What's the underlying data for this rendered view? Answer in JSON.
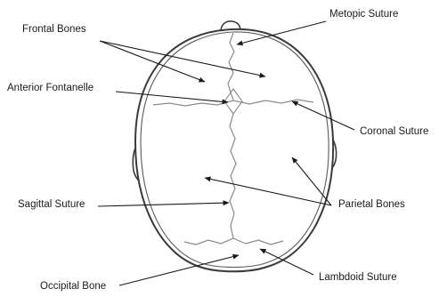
{
  "labels": {
    "frontal_bones": "Frontal Bones",
    "metopic_suture": "Metopic Suture",
    "anterior_fontanelle": "Anterior Fontanelle",
    "coronal_suture": "Coronal Suture",
    "sagittal_suture": "Sagittal Suture",
    "parietal_bones": "Parietal Bones",
    "lambdoid_suture": "Lambdoid Suture",
    "occipital_bone": "Occipital Bone"
  },
  "colors": {
    "ink": "#1a1a1a",
    "skull_outline": "#3a3a3a",
    "suture_line": "#8a8a8a"
  }
}
